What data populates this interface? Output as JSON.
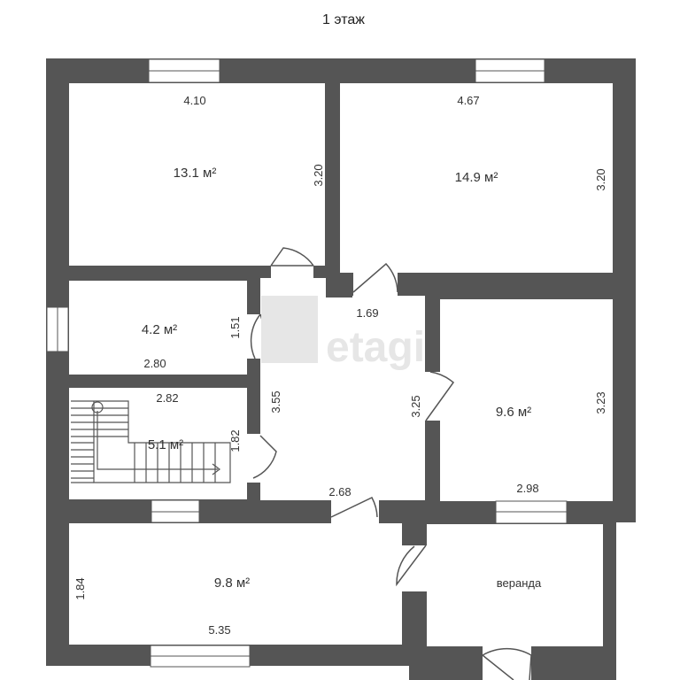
{
  "title": "1 этаж",
  "watermark": "etagi",
  "colors": {
    "wall": "#555555",
    "window": "#ffffff",
    "background": "#ffffff",
    "text": "#333333",
    "watermark": "#e6e6e6"
  },
  "rooms": [
    {
      "id": "room-1",
      "area": "13.1 м²",
      "width": "4.10",
      "height": "3.20"
    },
    {
      "id": "room-2",
      "area": "14.9 м²",
      "width": "4.67",
      "height": "3.20"
    },
    {
      "id": "room-3",
      "area": "4.2 м²",
      "width": "2.80",
      "height": "1.51"
    },
    {
      "id": "stair-room",
      "area": "5.1 м²",
      "width": "2.82",
      "height": "1.82"
    },
    {
      "id": "hall",
      "width": "1.69",
      "height": "3.55",
      "extra": "3.25",
      "bottom": "2.68"
    },
    {
      "id": "room-4",
      "area": "9.6 м²",
      "width": "2.98",
      "height": "3.23"
    },
    {
      "id": "room-5",
      "area": "9.8 м²",
      "width": "5.35",
      "height": "1.84"
    },
    {
      "id": "veranda",
      "name": "веранда"
    }
  ]
}
